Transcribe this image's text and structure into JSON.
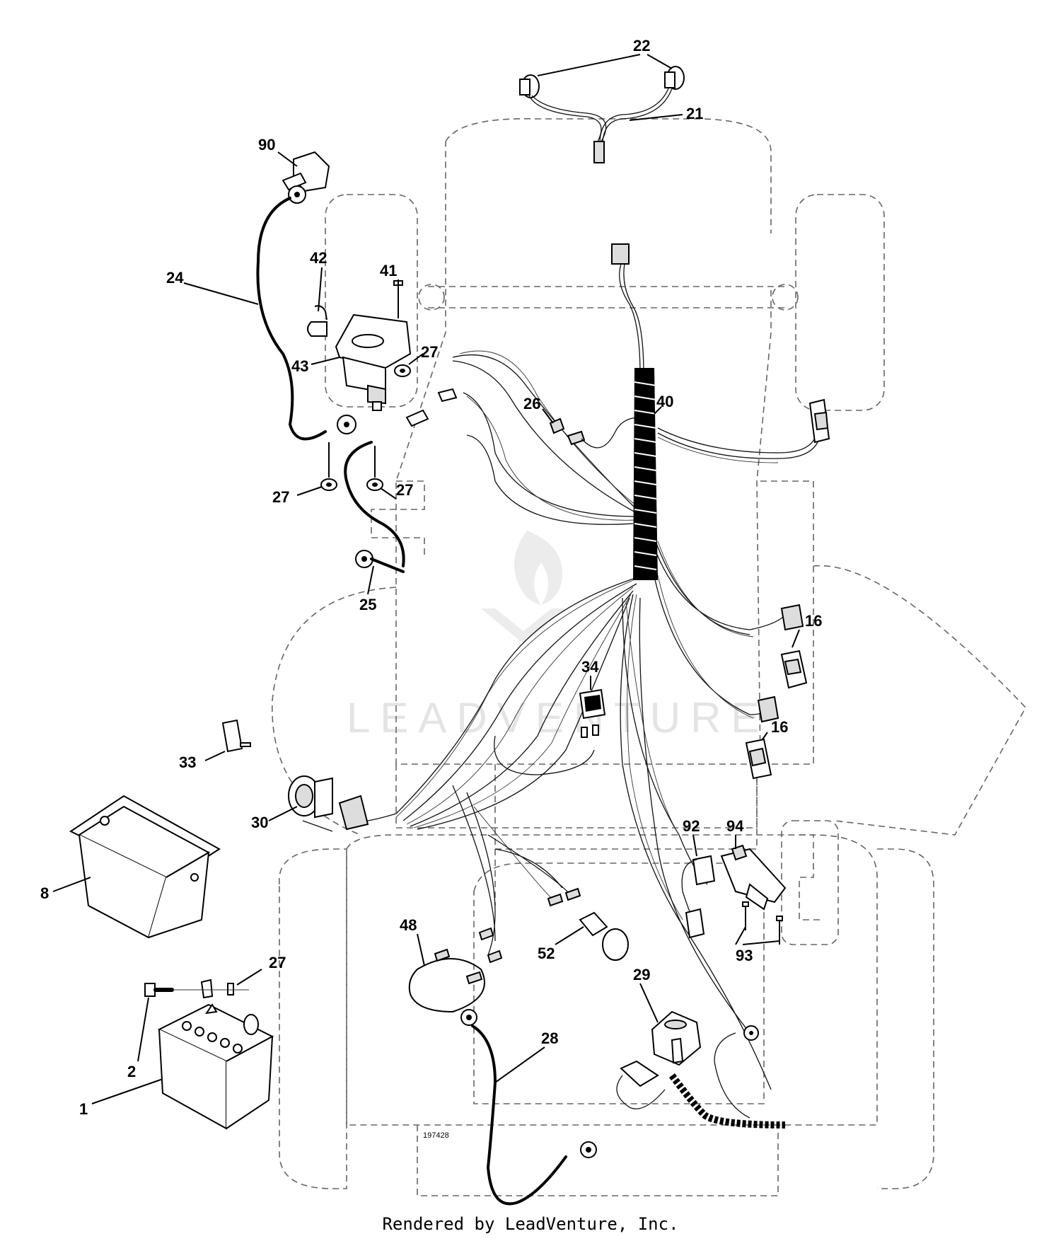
{
  "diagram": {
    "watermark": "LEADVENTURE",
    "figure_number": "197428",
    "footer": "Rendered by LeadVenture, Inc.",
    "callouts": {
      "c22": "22",
      "c21": "21",
      "c90": "90",
      "c42": "42",
      "c41": "41",
      "c24": "24",
      "c27a": "27",
      "c43": "43",
      "c40": "40",
      "c26": "26",
      "c27b": "27",
      "c27c": "27",
      "c25": "25",
      "c16a": "16",
      "c34": "34",
      "c16b": "16",
      "c33": "33",
      "c30": "30",
      "c8": "8",
      "c92": "92",
      "c94": "94",
      "c48": "48",
      "c52": "52",
      "c93": "93",
      "c27d": "27",
      "c29": "29",
      "c28": "28",
      "c2": "2",
      "c1": "1"
    }
  }
}
